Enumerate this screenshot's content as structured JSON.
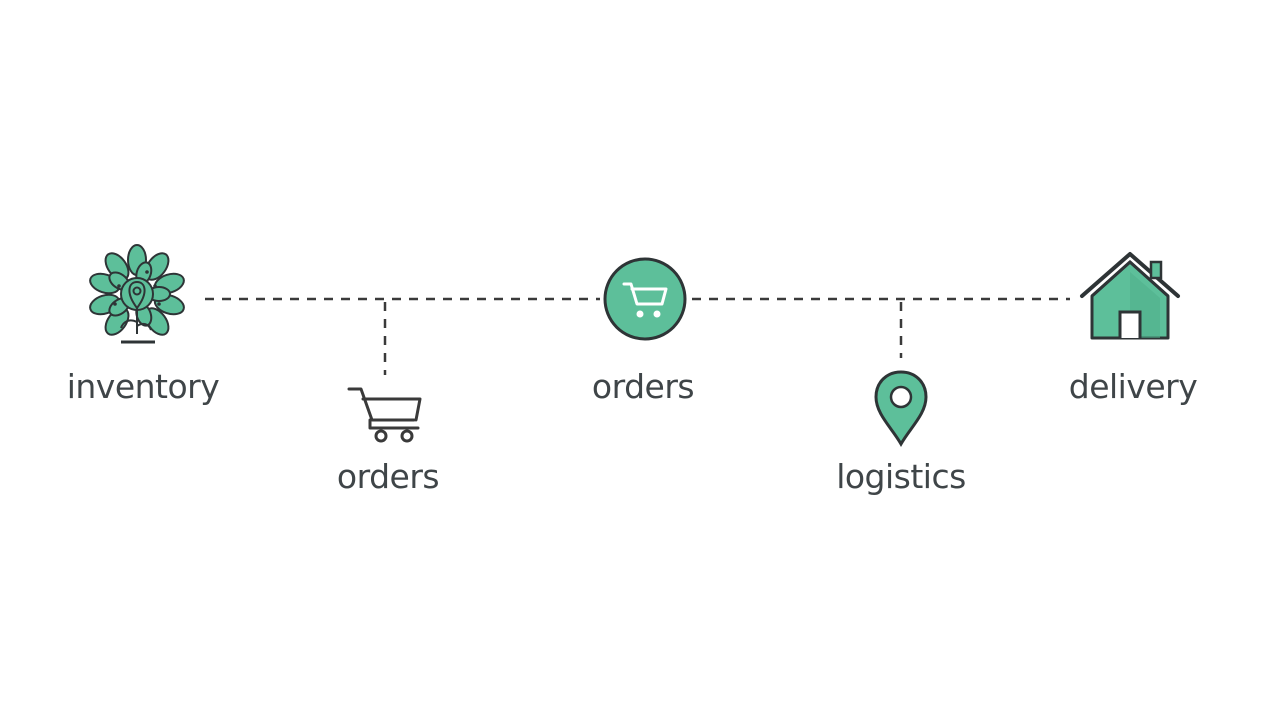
{
  "diagram": {
    "colors": {
      "accent": "#5dbf9a",
      "accent_dark": "#3f9d7a",
      "stroke": "#2e3436",
      "text": "#3f4548",
      "connector": "#3a3a3a"
    },
    "nodes": [
      {
        "id": "inventory",
        "label": "inventory",
        "icon": "tree-icon"
      },
      {
        "id": "orders-sub",
        "label": "orders",
        "icon": "cart-outline-icon"
      },
      {
        "id": "orders-main",
        "label": "orders",
        "icon": "cart-circle-icon"
      },
      {
        "id": "logistics",
        "label": "logistics",
        "icon": "map-pin-icon"
      },
      {
        "id": "delivery",
        "label": "delivery",
        "icon": "house-icon"
      }
    ]
  }
}
